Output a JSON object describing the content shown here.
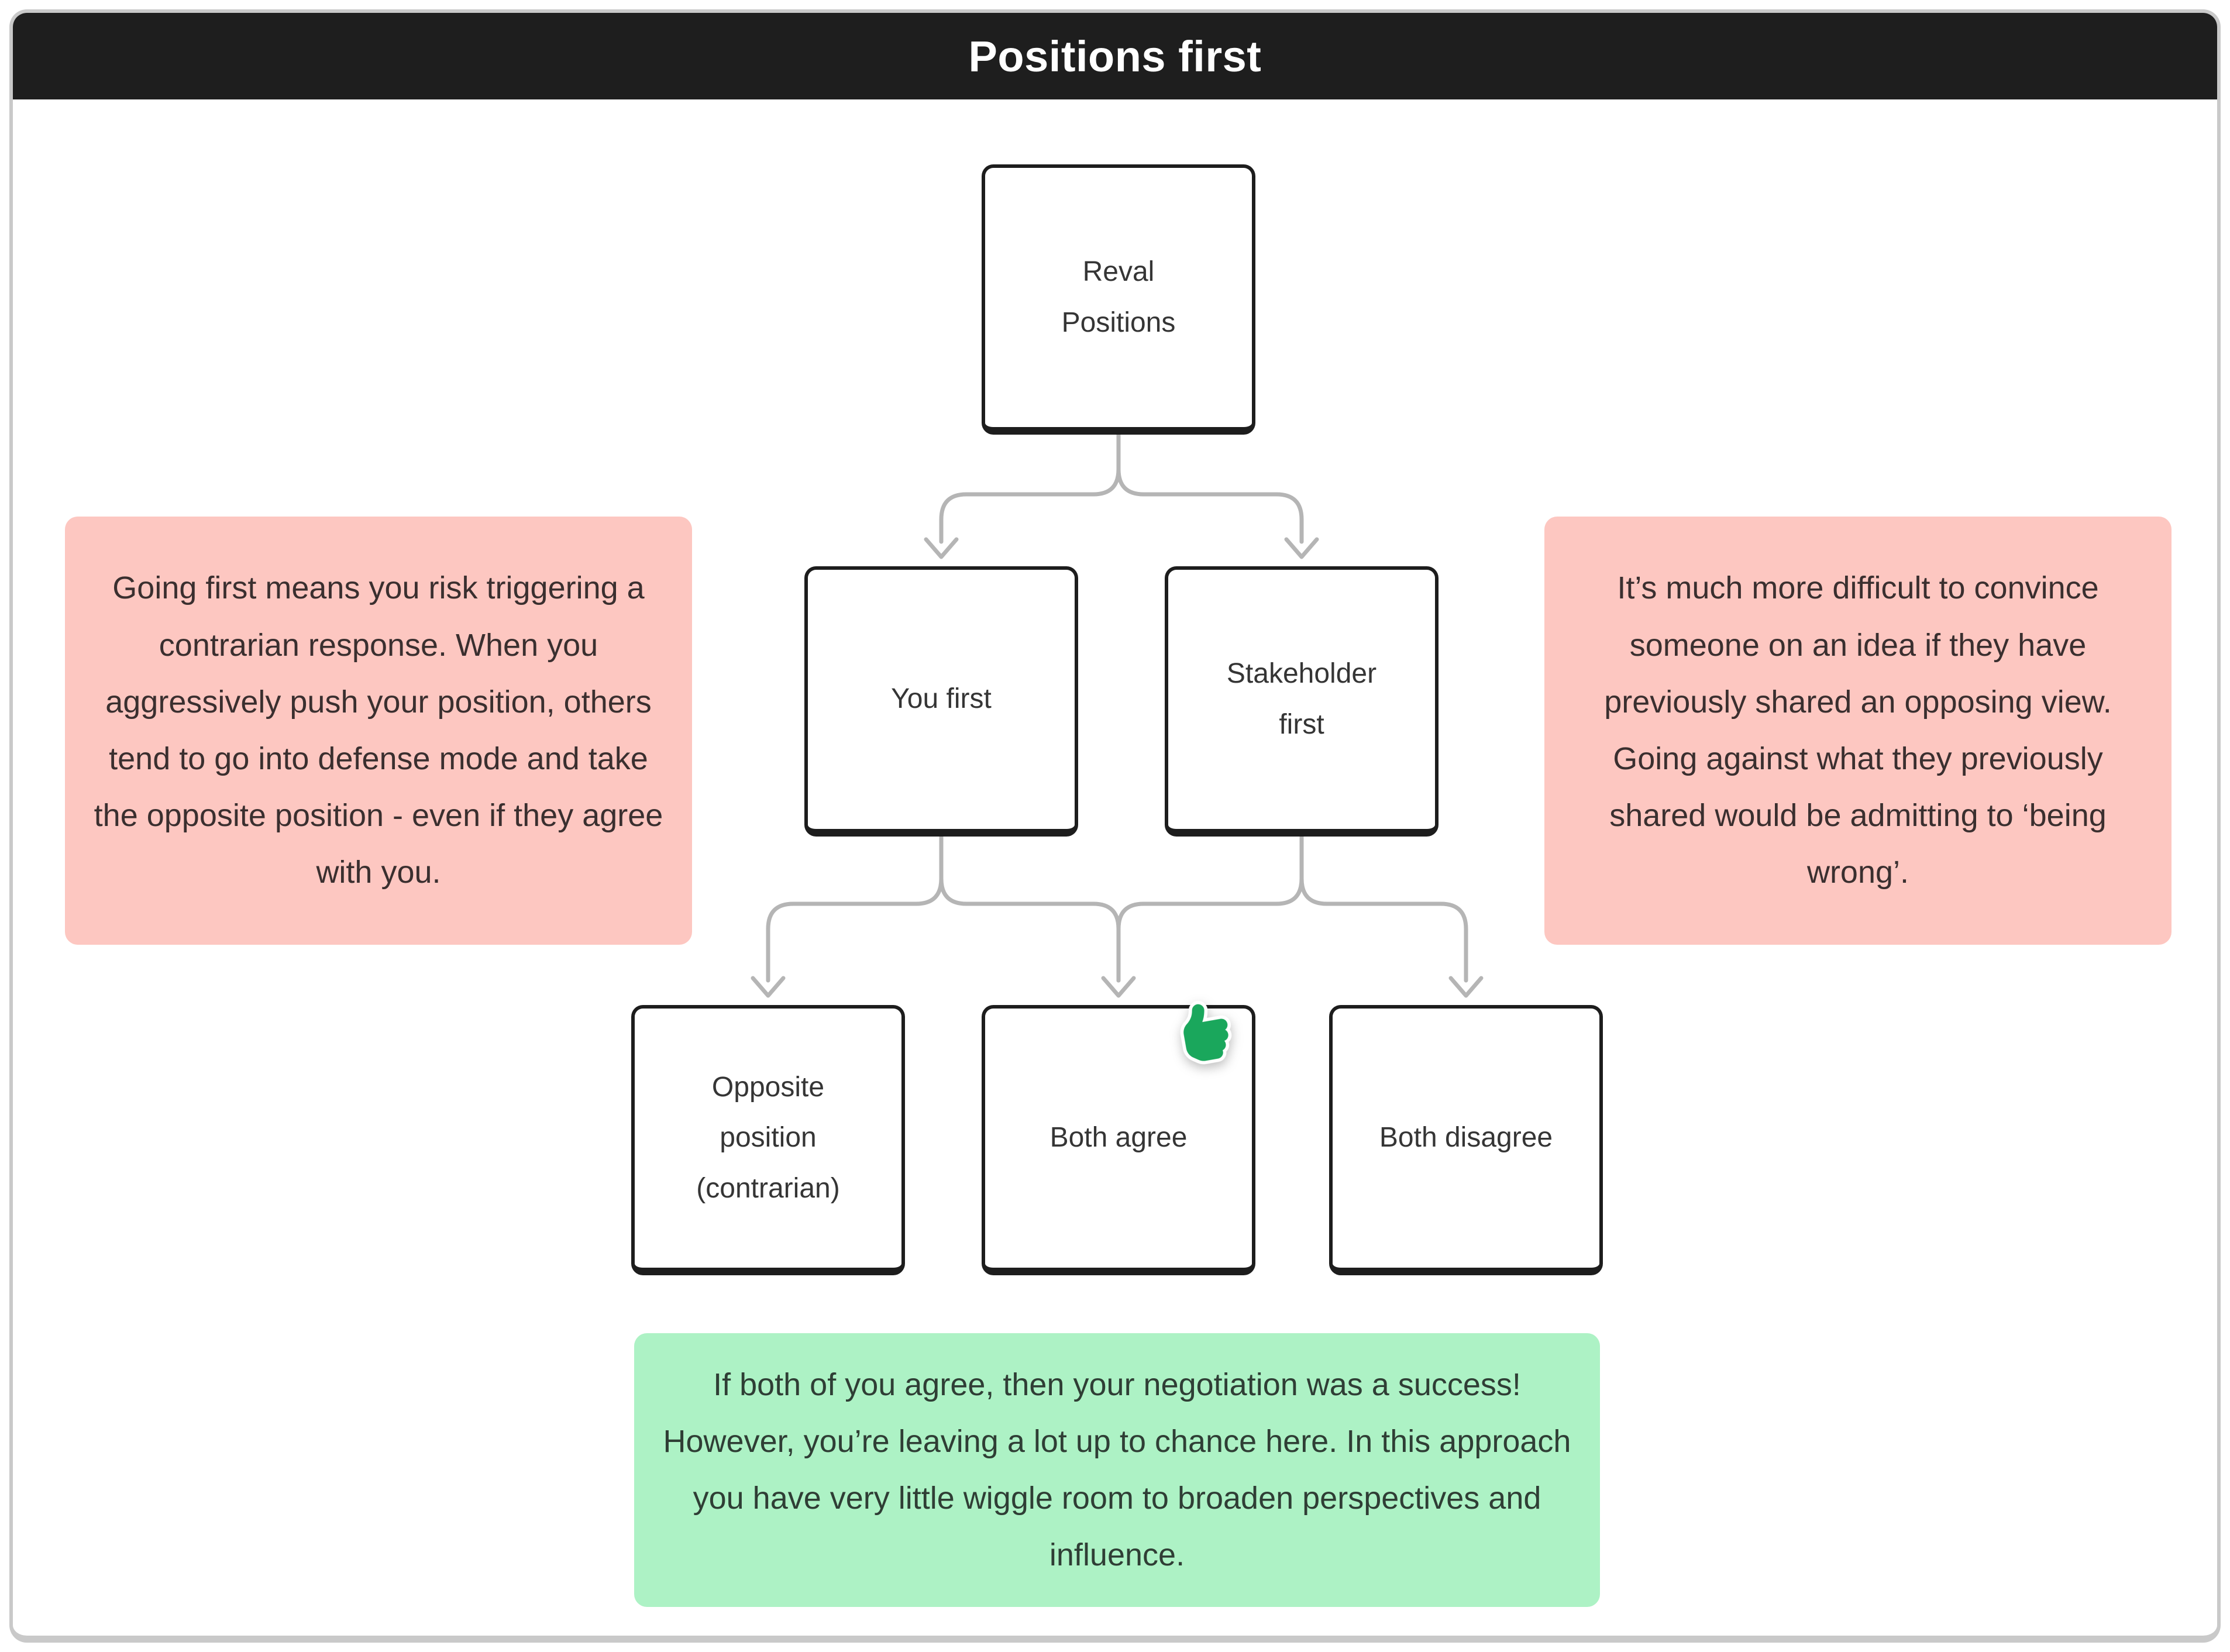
{
  "header": {
    "title": "Positions first"
  },
  "nodes": [
    {
      "id": "reveal-positions",
      "label": "Reval\nPositions"
    },
    {
      "id": "you-first",
      "label": "You first"
    },
    {
      "id": "stakeholder-first",
      "label": "Stakeholder\nfirst"
    },
    {
      "id": "opposite-position",
      "label": "Opposite\nposition\n(contrarian)"
    },
    {
      "id": "both-agree",
      "label": "Both agree",
      "icon": "thumbs-up"
    },
    {
      "id": "both-disagree",
      "label": "Both disagree"
    }
  ],
  "edges": [
    {
      "from": "reveal-positions",
      "to": "you-first"
    },
    {
      "from": "reveal-positions",
      "to": "stakeholder-first"
    },
    {
      "from": "you-first",
      "to": "opposite-position"
    },
    {
      "from": "you-first",
      "to": "both-agree"
    },
    {
      "from": "stakeholder-first",
      "to": "both-agree"
    },
    {
      "from": "stakeholder-first",
      "to": "both-disagree"
    }
  ],
  "notes": {
    "left": {
      "text": "Going first means you risk triggering a contrarian response. When you aggressively push your position, others tend to go into defense mode and take the opposite position - even if they agree with you."
    },
    "right": {
      "text": "It’s much more difficult to convince someone on an idea if they have previously shared an opposing view. Going against what they previously shared would be admitting to ‘being wrong’."
    },
    "bottom": {
      "text": "If both of you agree, then your negotiation was a success! However, you’re leaving a lot up to chance here. In this approach you have very little wiggle room to broaden perspectives and influence."
    }
  },
  "icons": {
    "badge": "thumbs-up-icon"
  },
  "colors": {
    "header_bg": "#1e1e1e",
    "header_text": "#ffffff",
    "card_border": "#c9c9c9",
    "node_border": "#1d1d1d",
    "node_text": "#353535",
    "edge_gray": "#b5b5b5",
    "note_pink_bg": "#fdc7c1",
    "note_pink_text": "#3a2f2f",
    "note_green_bg": "#adf2c5",
    "note_green_text": "#2f3e35",
    "thumb_green": "#1aa75c"
  }
}
